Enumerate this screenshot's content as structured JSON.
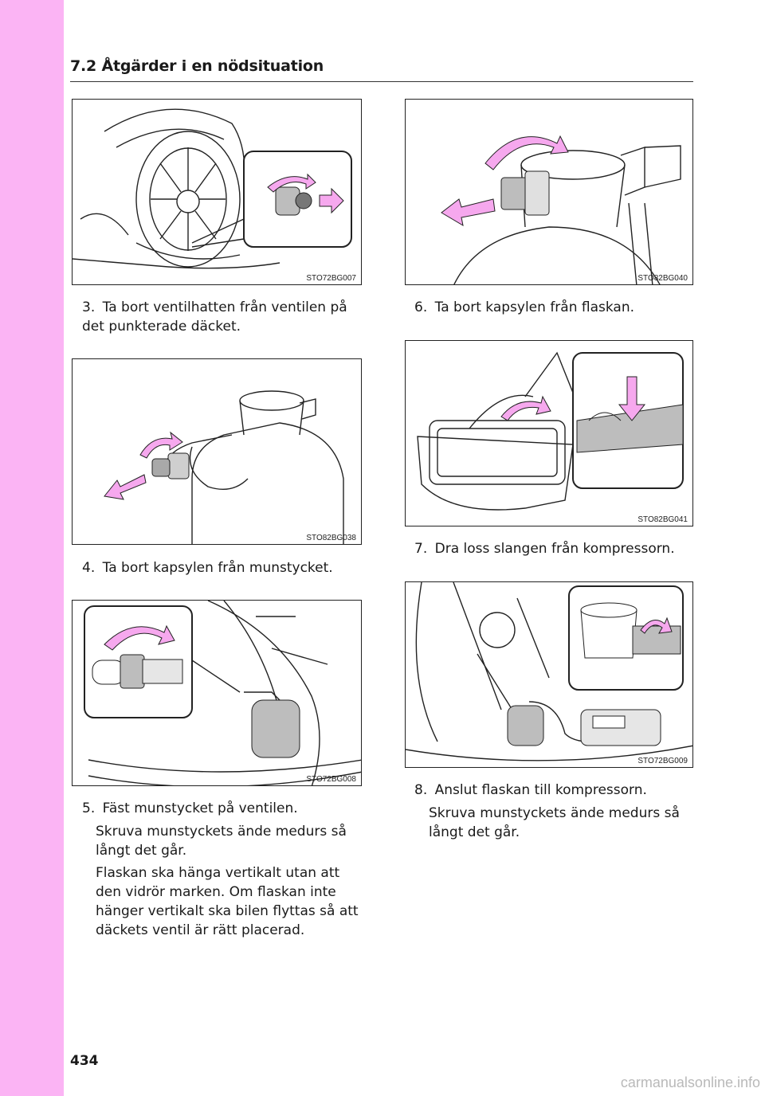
{
  "header": {
    "title": "7.2  Åtgärder i en nödsituation"
  },
  "figures": [
    {
      "code": "STO72BG007"
    },
    {
      "code": "STO82BG038"
    },
    {
      "code": "STO72BG008"
    },
    {
      "code": "STO82BG040"
    },
    {
      "code": "STO82BG041"
    },
    {
      "code": "STO72BG009"
    }
  ],
  "steps": [
    {
      "num": "3.",
      "text": "Ta bort ventilhatten från ventilen på det punkterade däcket."
    },
    {
      "num": "4.",
      "text": "Ta bort kapsylen från munstycket."
    },
    {
      "num": "5.",
      "text": "Fäst munstycket på ventilen.",
      "notes": [
        "Skruva munstyckets ände medurs så långt det går.",
        "Flaskan ska hänga vertikalt utan att den vidrör marken. Om flaskan inte hänger vertikalt ska bilen flyttas så att däckets ventil är rätt placerad."
      ]
    },
    {
      "num": "6.",
      "text": "Ta bort kapsylen från flaskan."
    },
    {
      "num": "7.",
      "text": "Dra loss slangen från kompressorn."
    },
    {
      "num": "8.",
      "text": "Anslut flaskan till kompressorn.",
      "notes": [
        "Skruva munstyckets ände medurs så långt det går."
      ]
    }
  ],
  "page_number": "434",
  "watermark": "carmanualsonline.info",
  "colors": {
    "side_band": "#fbb4f4",
    "arrow_fill": "#f6a8ee"
  }
}
